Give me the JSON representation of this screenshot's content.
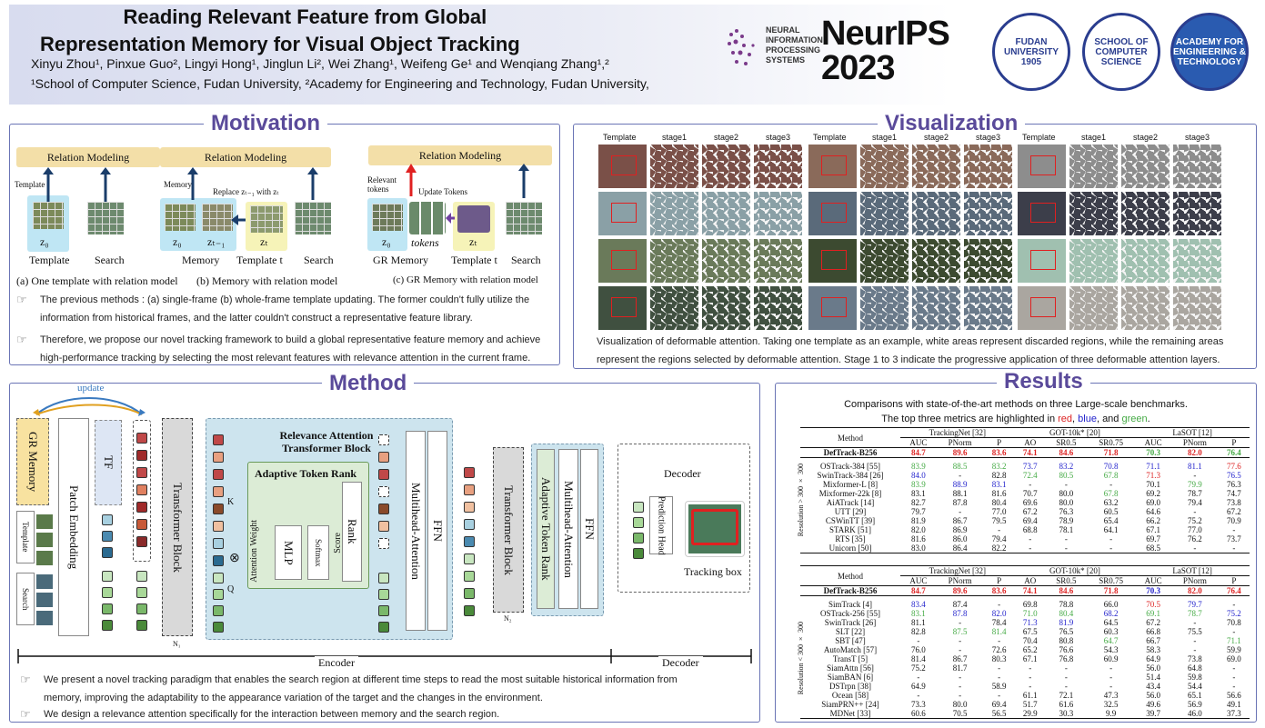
{
  "header": {
    "title_line1": "Reading Relevant Feature from Global",
    "title_line2": "Representation Memory for Visual Object Tracking",
    "authors": "Xinyu Zhou¹, Pinxue Guo², Lingyi Hong¹, Jinglun Li², Wei Zhang¹, Weifeng Ge¹ and Wenqiang Zhang¹,²",
    "affiliations": "¹School of Computer Science, Fudan University, ²Academy for Engineering and Technology, Fudan University,",
    "nips_text": "NEURAL INFORMATION PROCESSING SYSTEMS",
    "conference": "NeurIPS",
    "year": "2023",
    "seal1": "FUDAN UNIVERSITY 1905",
    "seal2": "SCHOOL OF COMPUTER SCIENCE",
    "seal3": "ACADEMY FOR ENGINEERING & TECHNOLOGY"
  },
  "motivation": {
    "title": "Motivation",
    "rm_label": "Relation Modeling",
    "template_label": "Template",
    "memory_label": "Memory",
    "search_label": "Search",
    "replace_label": "Replace zₜ₋₁ with zₜ",
    "relevant_tokens": "Relevant tokens",
    "update_tokens": "Update Tokens",
    "z0": "z₀",
    "zt1": "zₜ₋₁",
    "zt": "zₜ",
    "tokens": "tokens",
    "b1_bottom": "Template",
    "b2_bottom1": "Memory",
    "b2_bottom2": "Template t",
    "b2_bottom3": "Search",
    "b3_bottom1": "GR Memory",
    "b3_bottom2": "Template t",
    "b3_bottom3": "Search",
    "caption_a": "(a) One template with relation model",
    "caption_b": "(b) Memory with relation model",
    "caption_c": "(c) GR Memory with relation model",
    "bullet1": "The previous methods : (a) single-frame (b) whole-frame template updating. The former couldn't fully utilize the information from historical frames, and the latter couldn't construct a representative feature library.",
    "bullet2": "Therefore, we propose our novel tracking framework to build a global representative feature memory and achieve high-performance tracking by selecting the most relevant features  with relevance attention in the current frame."
  },
  "visualization": {
    "title": "Visualization",
    "headers": [
      "Template",
      "stage1",
      "stage2",
      "stage3",
      "Template",
      "stage1",
      "stage2",
      "stage3",
      "Template",
      "stage1",
      "stage2",
      "stage3"
    ],
    "caption": "Visualization of deformable attention. Taking one template as an example, white areas represent discarded regions, while the remaining areas represent the regions selected by deformable attention. Stage 1 to 3 indicate the progressive application of three deformable attention layers."
  },
  "method": {
    "title": "Method",
    "update": "update",
    "gr_memory": "GR Memory",
    "patch_embedding": "Patch   Embedding",
    "tf": "TF",
    "template": "Template",
    "search": "Search",
    "transformer_block": "Transformer Block",
    "rat_title": "Relevance Attention Transformer Block",
    "atr": "Adaptive Token Rank",
    "attention_weight": "Attention Weight",
    "mlp": "MLP",
    "softmax": "Softmax",
    "score": "Score",
    "rank": "Rank",
    "k": "K",
    "q": "Q",
    "mha": "Multihead-Attention",
    "ffn": "FFN",
    "n1": "N₁",
    "n2": "N₂",
    "decoder": "Decoder",
    "prediction_head": "Prediction Head",
    "tracking_box": "Tracking box",
    "encoder_label": "Encoder",
    "decoder_label": "Decoder",
    "bullet1": "We present a novel tracking paradigm that enables the search region at different time steps to read the most suitable historical information from memory, improving the adaptability to the appearance variation of the target and the changes in the environment.",
    "bullet2": "We design a relevance attention specifically for the interaction between memory and the search region."
  },
  "results": {
    "title": "Results",
    "desc1": "Comparisons with state-of-the-art methods on three Large-scale benchmarks.",
    "desc2_pre": "The top three metrics are highlighted in ",
    "red_word": "red",
    "blue_word": "blue",
    "and_word": ", and ",
    "green_word": "green",
    "comma": ", ",
    "period": ".",
    "method_col": "Method",
    "tn": "TrackingNet [32]",
    "got": "GOT-10k* [20]",
    "lasot": "LaSOT [12]",
    "cols": [
      "AUC",
      "PNorm",
      "P",
      "AO",
      "SR0.5",
      "SR0.75",
      "AUC",
      "PNorm",
      "P"
    ],
    "res1_label": "Resolution > 300 × 300",
    "res2_label": "Resolution < 300 × 300",
    "table1_first": {
      "name": "DefTrack-B256",
      "vals": [
        "84.7",
        "89.6",
        "83.6",
        "74.1",
        "84.6",
        "71.8",
        "70.3",
        "82.0",
        "76.4"
      ],
      "colors": [
        "r",
        "r",
        "r",
        "r",
        "r",
        "r",
        "g",
        "r",
        "g"
      ]
    },
    "table1": [
      {
        "name": "OSTrack-384 [55]",
        "vals": [
          "83.9",
          "88.5",
          "83.2",
          "73.7",
          "83.2",
          "70.8",
          "71.1",
          "81.1",
          "77.6"
        ],
        "colors": [
          "g",
          "g",
          "g",
          "b",
          "b",
          "b",
          "b",
          "b",
          "r"
        ]
      },
      {
        "name": "SwinTrack-384 [26]",
        "vals": [
          "84.0",
          "-",
          "82.8",
          "72.4",
          "80.5",
          "67.8",
          "71.3",
          "-",
          "76.5"
        ],
        "colors": [
          "b",
          "",
          "",
          "g",
          "g",
          "g",
          "r",
          "",
          "b"
        ]
      },
      {
        "name": "Mixformer-L [8]",
        "vals": [
          "83.9",
          "88.9",
          "83.1",
          "-",
          "-",
          "-",
          "70.1",
          "79.9",
          "76.3"
        ],
        "colors": [
          "g",
          "b",
          "b",
          "",
          "",
          "",
          "",
          "g",
          ""
        ]
      },
      {
        "name": "Mixformer-22k [8]",
        "vals": [
          "83.1",
          "88.1",
          "81.6",
          "70.7",
          "80.0",
          "67.8",
          "69.2",
          "78.7",
          "74.7"
        ],
        "colors": [
          "",
          "",
          "",
          "",
          "",
          "g",
          "",
          "",
          ""
        ]
      },
      {
        "name": "AiATrack [14]",
        "vals": [
          "82.7",
          "87.8",
          "80.4",
          "69.6",
          "80.0",
          "63.2",
          "69.0",
          "79.4",
          "73.8"
        ],
        "colors": [
          "",
          "",
          "",
          "",
          "",
          "",
          "",
          "",
          ""
        ]
      },
      {
        "name": "UTT [29]",
        "vals": [
          "79.7",
          "-",
          "77.0",
          "67.2",
          "76.3",
          "60.5",
          "64.6",
          "-",
          "67.2"
        ],
        "colors": [
          "",
          "",
          "",
          "",
          "",
          "",
          "",
          "",
          ""
        ]
      },
      {
        "name": "CSWinTT [39]",
        "vals": [
          "81.9",
          "86.7",
          "79.5",
          "69.4",
          "78.9",
          "65.4",
          "66.2",
          "75.2",
          "70.9"
        ],
        "colors": [
          "",
          "",
          "",
          "",
          "",
          "",
          "",
          "",
          ""
        ]
      },
      {
        "name": "STARK [51]",
        "vals": [
          "82.0",
          "86.9",
          "-",
          "68.8",
          "78.1",
          "64.1",
          "67.1",
          "77.0",
          "-"
        ],
        "colors": [
          "",
          "",
          "",
          "",
          "",
          "",
          "",
          "",
          ""
        ]
      },
      {
        "name": "RTS [35]",
        "vals": [
          "81.6",
          "86.0",
          "79.4",
          "-",
          "-",
          "-",
          "69.7",
          "76.2",
          "73.7"
        ],
        "colors": [
          "",
          "",
          "",
          "",
          "",
          "",
          "",
          "",
          ""
        ]
      },
      {
        "name": "Unicorn [50]",
        "vals": [
          "83.0",
          "86.4",
          "82.2",
          "-",
          "-",
          "-",
          "68.5",
          "-",
          "-"
        ],
        "colors": [
          "",
          "",
          "",
          "",
          "",
          "",
          "",
          "",
          ""
        ]
      }
    ],
    "table2_first": {
      "name": "DefTrack-B256",
      "vals": [
        "84.7",
        "89.6",
        "83.6",
        "74.1",
        "84.6",
        "71.8",
        "70.3",
        "82.0",
        "76.4"
      ],
      "colors": [
        "r",
        "r",
        "r",
        "r",
        "r",
        "r",
        "b",
        "r",
        "r"
      ]
    },
    "table2": [
      {
        "name": "SimTrack [4]",
        "vals": [
          "83.4",
          "87.4",
          "-",
          "69.8",
          "78.8",
          "66.0",
          "70.5",
          "79.7",
          "-"
        ],
        "colors": [
          "b",
          "",
          "",
          "",
          "",
          "",
          "r",
          "b",
          ""
        ]
      },
      {
        "name": "OSTrack-256 [55]",
        "vals": [
          "83.1",
          "87.8",
          "82.0",
          "71.0",
          "80.4",
          "68.2",
          "69.1",
          "78.7",
          "75.2"
        ],
        "colors": [
          "g",
          "b",
          "b",
          "g",
          "g",
          "b",
          "g",
          "g",
          "b"
        ]
      },
      {
        "name": "SwinTrack [26]",
        "vals": [
          "81.1",
          "-",
          "78.4",
          "71.3",
          "81.9",
          "64.5",
          "67.2",
          "-",
          "70.8"
        ],
        "colors": [
          "",
          "",
          "",
          "b",
          "b",
          "",
          "",
          "",
          ""
        ]
      },
      {
        "name": "SLT [22]",
        "vals": [
          "82.8",
          "87.5",
          "81.4",
          "67.5",
          "76.5",
          "60.3",
          "66.8",
          "75.5",
          "-"
        ],
        "colors": [
          "",
          "g",
          "g",
          "",
          "",
          "",
          "",
          "",
          ""
        ]
      },
      {
        "name": "SBT [47]",
        "vals": [
          "-",
          "-",
          "-",
          "70.4",
          "80.8",
          "64.7",
          "66.7",
          "-",
          "71.1"
        ],
        "colors": [
          "",
          "",
          "",
          "",
          "",
          "g",
          "",
          "",
          "g"
        ]
      },
      {
        "name": "AutoMatch [57]",
        "vals": [
          "76.0",
          "-",
          "72.6",
          "65.2",
          "76.6",
          "54.3",
          "58.3",
          "-",
          "59.9"
        ],
        "colors": [
          "",
          "",
          "",
          "",
          "",
          "",
          "",
          "",
          ""
        ]
      },
      {
        "name": "TransT [5]",
        "vals": [
          "81.4",
          "86.7",
          "80.3",
          "67.1",
          "76.8",
          "60.9",
          "64.9",
          "73.8",
          "69.0"
        ],
        "colors": [
          "",
          "",
          "",
          "",
          "",
          "",
          "",
          "",
          ""
        ]
      },
      {
        "name": "SiamAttn [56]",
        "vals": [
          "75.2",
          "81.7",
          "-",
          "-",
          "-",
          "-",
          "56.0",
          "64.8",
          "-"
        ],
        "colors": [
          "",
          "",
          "",
          "",
          "",
          "",
          "",
          "",
          ""
        ]
      },
      {
        "name": "SiamBAN [6]",
        "vals": [
          "-",
          "-",
          "-",
          "-",
          "-",
          "-",
          "51.4",
          "59.8",
          "-"
        ],
        "colors": [
          "",
          "",
          "",
          "",
          "",
          "",
          "",
          "",
          ""
        ]
      },
      {
        "name": "DSTrpn [38]",
        "vals": [
          "64.9",
          "-",
          "58.9",
          "-",
          "-",
          "-",
          "43.4",
          "54.4",
          "-"
        ],
        "colors": [
          "",
          "",
          "",
          "",
          "",
          "",
          "",
          "",
          ""
        ]
      },
      {
        "name": "Ocean [58]",
        "vals": [
          "-",
          "-",
          "-",
          "61.1",
          "72.1",
          "47.3",
          "56.0",
          "65.1",
          "56.6"
        ],
        "colors": [
          "",
          "",
          "",
          "",
          "",
          "",
          "",
          "",
          ""
        ]
      },
      {
        "name": "SiamPRN++ [24]",
        "vals": [
          "73.3",
          "80.0",
          "69.4",
          "51.7",
          "61.6",
          "32.5",
          "49.6",
          "56.9",
          "49.1"
        ],
        "colors": [
          "",
          "",
          "",
          "",
          "",
          "",
          "",
          "",
          ""
        ]
      },
      {
        "name": "MDNet [33]",
        "vals": [
          "60.6",
          "70.5",
          "56.5",
          "29.9",
          "30.3",
          "9.9",
          "39.7",
          "46.0",
          "37.3"
        ],
        "colors": [
          "",
          "",
          "",
          "",
          "",
          "",
          "",
          "",
          ""
        ]
      }
    ]
  }
}
